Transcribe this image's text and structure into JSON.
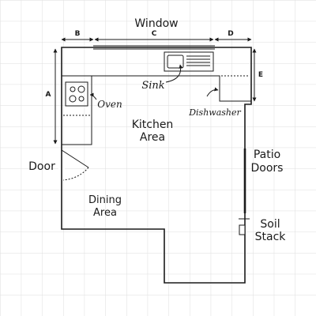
{
  "labels": {
    "window": "Window",
    "kitchen_area": [
      "Kitchen",
      "Area"
    ],
    "dining_area": [
      "Dining",
      "Area"
    ],
    "door": "Door",
    "patio_doors": [
      "Patio",
      "Doors"
    ],
    "soil_stack": [
      "Soil",
      "Stack"
    ]
  },
  "handwritten": {
    "sink": "Sink",
    "oven": "Oven",
    "dishwasher": "Dishwasher"
  },
  "dimensions": {
    "a": "A",
    "b": "B",
    "c": "C",
    "d": "D",
    "e": "E"
  },
  "colors": {
    "grid": "#dedede",
    "ink": "#1a1a1a",
    "background": "#ffffff"
  }
}
